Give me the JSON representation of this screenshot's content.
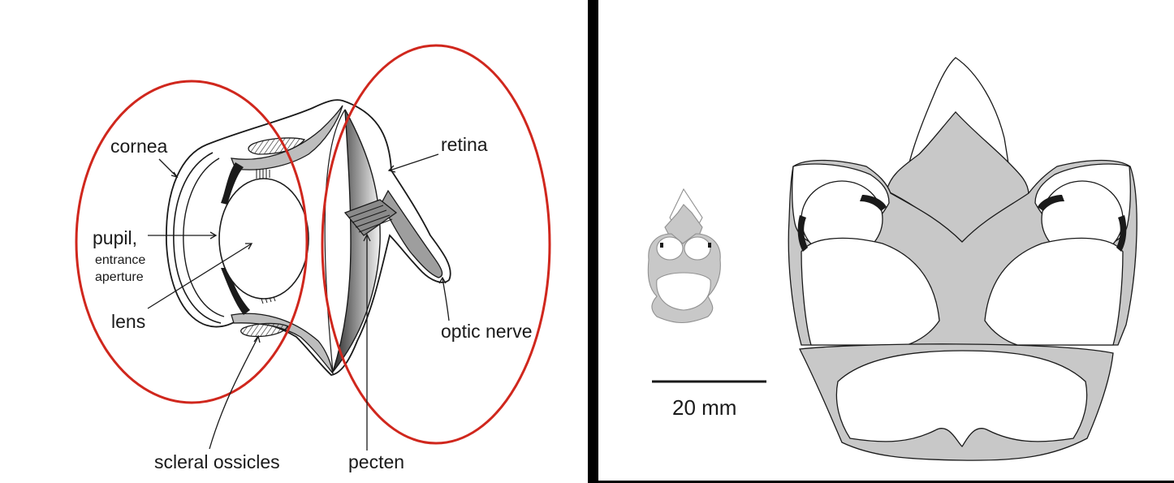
{
  "eye_labels": {
    "cornea": "cornea",
    "retina": "retina",
    "pupil": "pupil,",
    "entrance": "entrance",
    "aperture": "aperture",
    "lens": "lens",
    "optic_nerve": "optic nerve",
    "scleral_ossicles": "scleral ossicles",
    "pecten": "pecten"
  },
  "scale_bar": {
    "label": "20 mm"
  },
  "colors": {
    "region_outline": "#d0271d",
    "tissue_gray": "#c8c8c8",
    "ink": "#1a1a1a"
  }
}
